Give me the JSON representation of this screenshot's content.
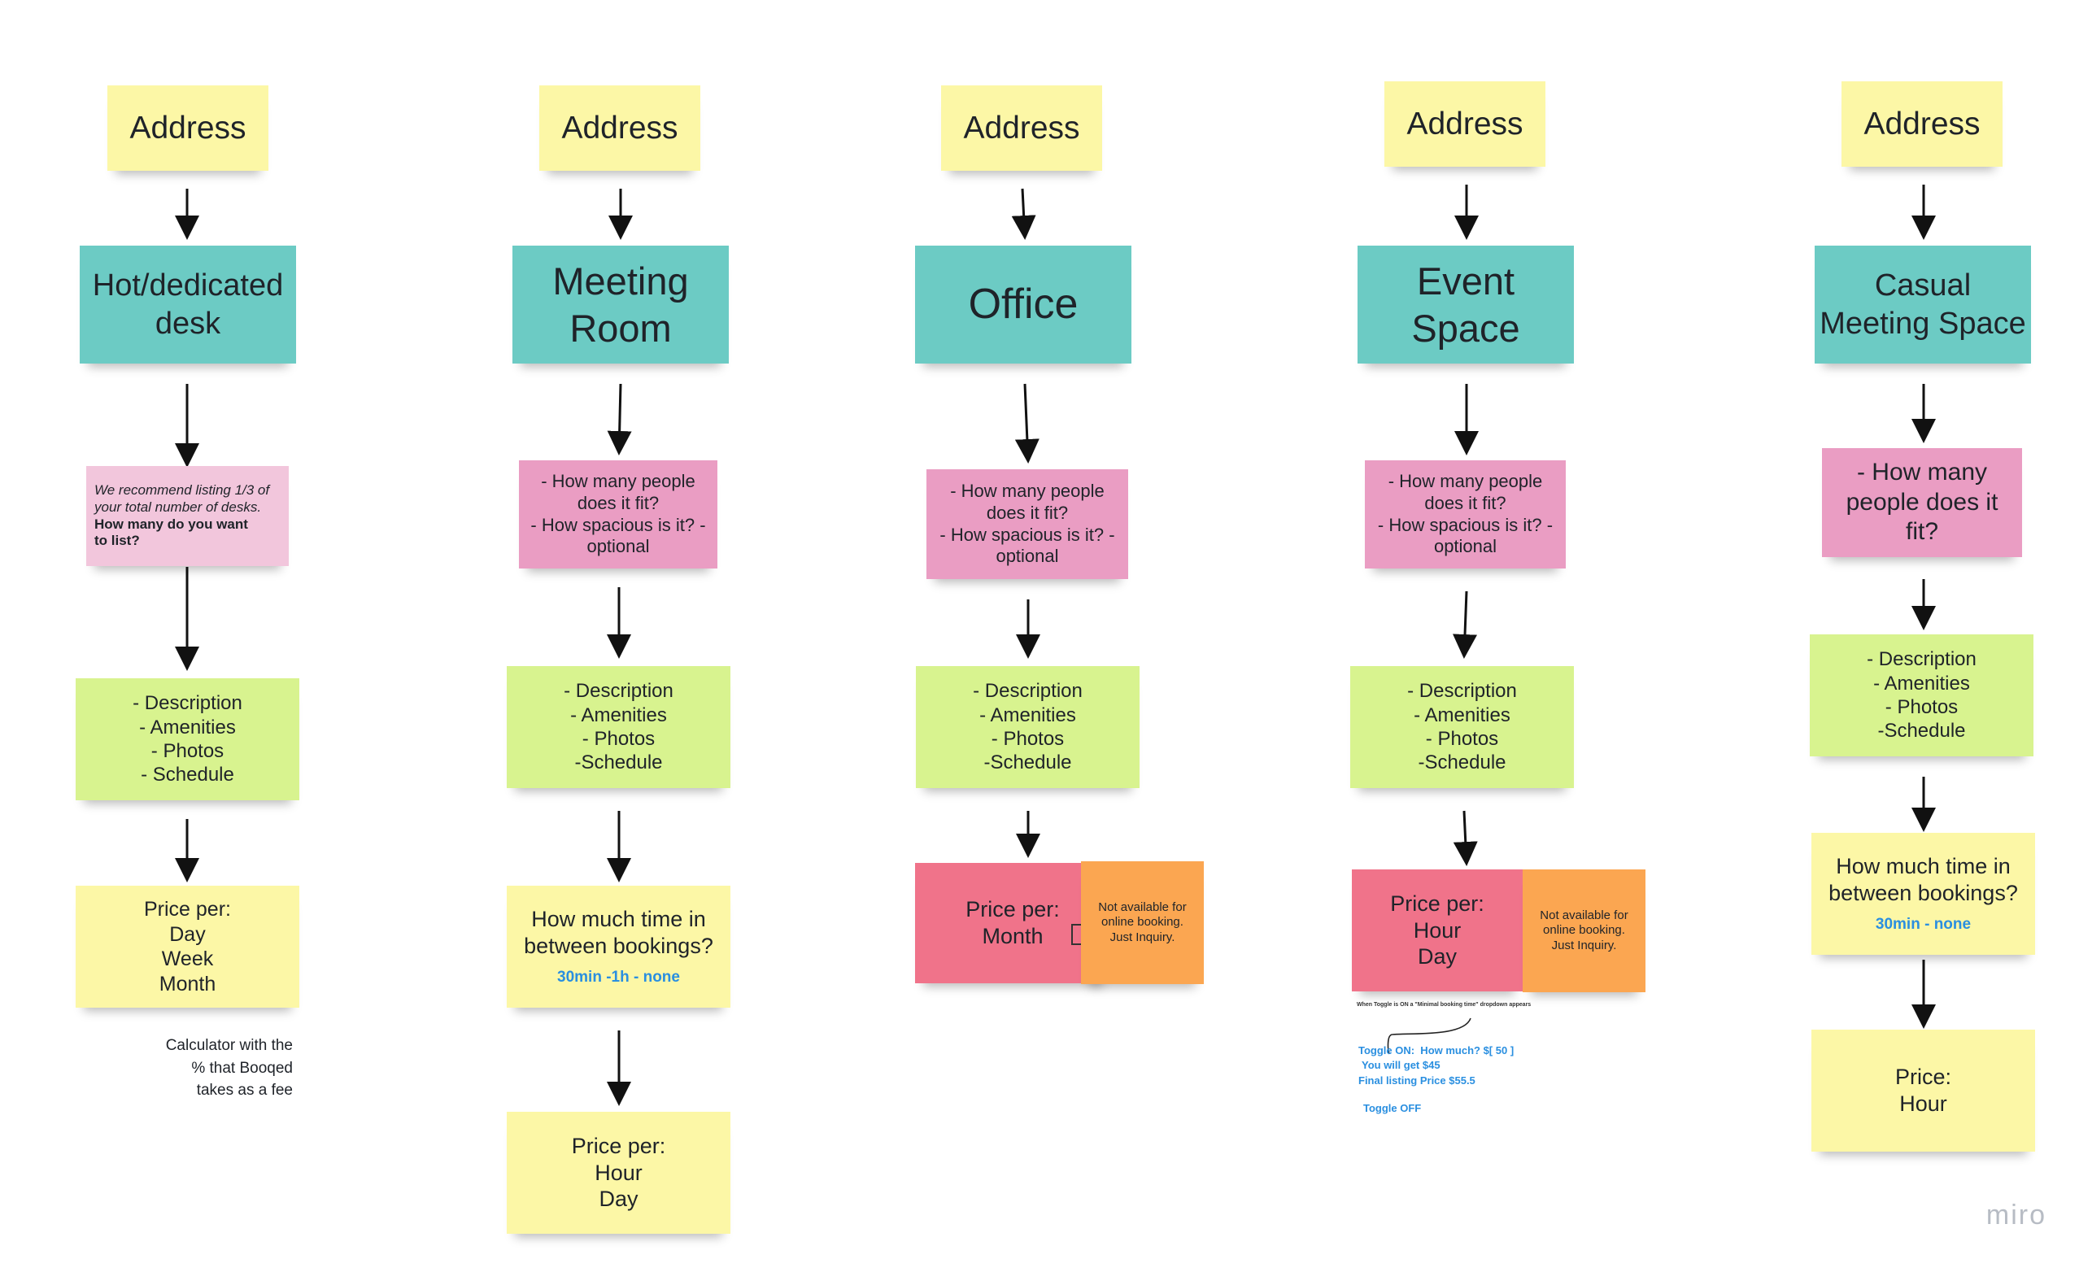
{
  "columns": [
    {
      "address": "Address",
      "type": "Hot/dedicated\ndesk",
      "question": {
        "line1": "We recommend listing 1/3 of",
        "line2": "your total number of desks.",
        "line3": "How many do you want",
        "line4": "to list?"
      },
      "details": "- Description\n- Amenities\n- Photos\n- Schedule",
      "price": "Price per:\nDay\nWeek\nMonth",
      "calculator_note": "Calculator with the\n% that Booqed\ntakes as a fee"
    },
    {
      "address": "Address",
      "type": "Meeting\nRoom",
      "question": "- How many people\ndoes it fit?\n- How spacious is it? -\noptional",
      "details": "- Description\n- Amenities\n- Photos\n-Schedule",
      "time_between": "How much time in\nbetween bookings?",
      "time_options": "30min -1h - none",
      "price": "Price per:\nHour\nDay"
    },
    {
      "address": "Address",
      "type": "Office",
      "question": "- How many people\ndoes it fit?\n- How spacious is it? -\noptional",
      "details": "- Description\n- Amenities\n- Photos\n-Schedule",
      "price": "Price per:\nMonth",
      "availability": "Not available for\nonline booking.\nJust Inquiry."
    },
    {
      "address": "Address",
      "type": "Event\nSpace",
      "question": "- How many people\ndoes it fit?\n- How spacious is it? -\noptional",
      "details": "- Description\n- Amenities\n- Photos\n-Schedule",
      "price": "Price per:\nHour\nDay",
      "availability": "Not available for\nonline booking.\nJust Inquiry.",
      "toggle_note": "When Toggle is ON a \"Minimal booking time\" dropdown appears",
      "toggle_on": "Toggle ON:  How much? $[ 50 ]",
      "you_get": "You will get $45",
      "final_price": "Final listing Price $55.5",
      "toggle_off": "Toggle OFF"
    },
    {
      "address": "Address",
      "type": "Casual\nMeeting Space",
      "question": "- How many\npeople does it\nfit?",
      "details": "- Description\n- Amenities\n- Photos\n-Schedule",
      "time_between": "How much time in\nbetween bookings?",
      "time_options": "30min - none",
      "price": "Price:\nHour"
    }
  ],
  "watermark": "miro",
  "colors": {
    "yellow": "#fcf7a6",
    "teal": "#6ccbc4",
    "pink": "#ea9dc3",
    "light_pink": "#f2c6dc",
    "green": "#d8f38f",
    "red": "#f0738a",
    "orange": "#fba651",
    "link_blue": "#2a8fe0"
  }
}
